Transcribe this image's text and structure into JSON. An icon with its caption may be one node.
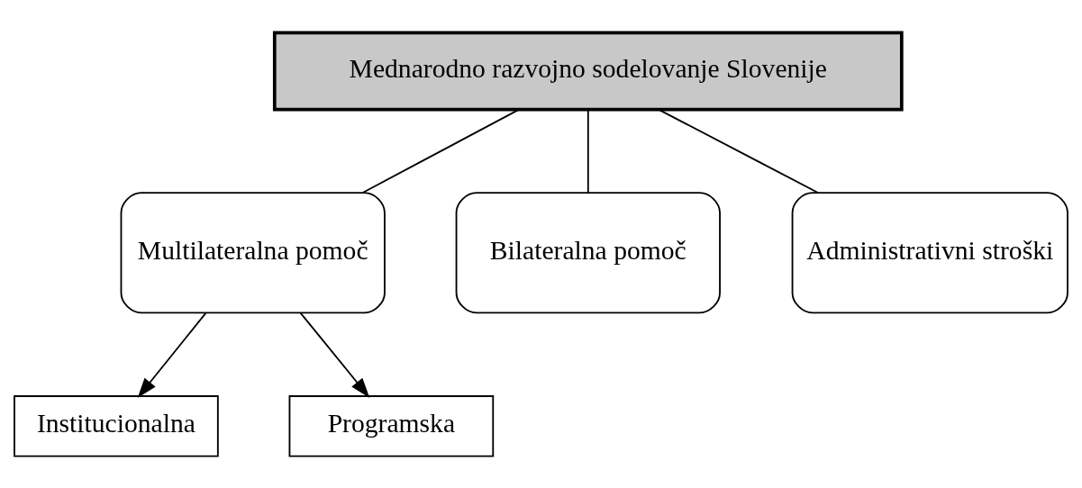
{
  "diagram": {
    "nodes": [
      {
        "text": [
          "Mednarodno razvojno sodelovanje Slovenije"
        ]
      },
      {
        "text": [
          "Multilateralna pomoč"
        ]
      },
      {
        "text": [
          "Bilateralna pomoč"
        ]
      },
      {
        "text": [
          "Administrativni stroški"
        ]
      },
      {
        "text": [
          "Institucionalna"
        ]
      },
      {
        "text": [
          "Programska"
        ]
      }
    ],
    "edges": [
      {
        "from": 0,
        "to": 1,
        "arrow": "none"
      },
      {
        "from": 0,
        "to": 2,
        "arrow": "none"
      },
      {
        "from": 0,
        "to": 3,
        "arrow": "none"
      },
      {
        "from": 1,
        "to": 4,
        "arrow": "to"
      },
      {
        "from": 1,
        "to": 5,
        "arrow": "to"
      }
    ]
  }
}
